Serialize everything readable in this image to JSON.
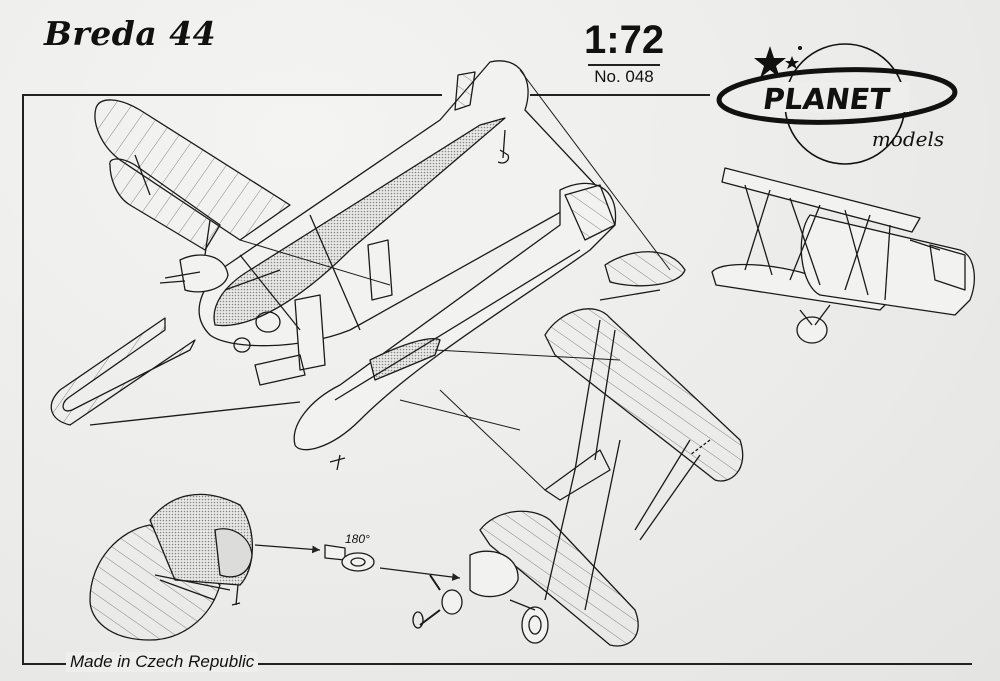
{
  "header": {
    "title": "Breda 44",
    "scale": "1:72",
    "kit_number": "No. 048"
  },
  "logo": {
    "brand": "PLANET",
    "brand_sub": "models"
  },
  "annotations": {
    "rotation": "180°"
  },
  "footer": {
    "origin": "Made in Czech Republic"
  },
  "colors": {
    "ink": "#111111",
    "paper": "#eeeeec",
    "shading": "#9a9a9a"
  },
  "icons": [
    "star-icon",
    "planet-ring-icon"
  ]
}
